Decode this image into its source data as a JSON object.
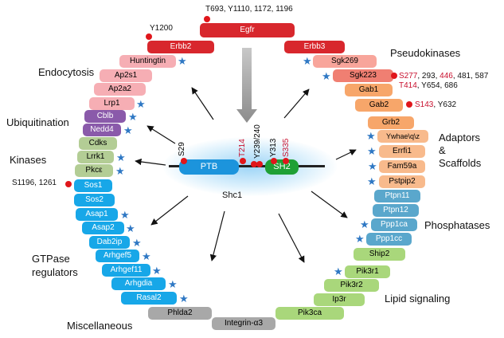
{
  "colors": {
    "egfr": "#d8272d",
    "pseudokinase_light": "#f8a59b",
    "pseudokinase_mid": "#f07f72",
    "adaptor_orange": "#f7a66a",
    "scaffold_orange": "#f8ba8c",
    "phosphatase_blue": "#5aa7cc",
    "lipid_green": "#a9d77b",
    "misc_gray": "#a8a8a8",
    "endocytosis_pink": "#f6aeb4",
    "ubiquitination_purple": "#8a5aaa",
    "kinase_green": "#b3cd95",
    "gtpase_blue": "#17a7e8",
    "star": "#2f78c4",
    "site_red": "#c8102e"
  },
  "center": {
    "protein": "Shc1",
    "domains": {
      "ptb": "PTB",
      "sh2": "SH2"
    },
    "sites": [
      "S29",
      "T214",
      "Y239/240",
      "Y313",
      "S335"
    ]
  },
  "categories": {
    "endocytosis": "Endocytosis",
    "ubiquitination": "Ubiquitination",
    "kinases": "Kinases",
    "gtpase_regulators": "GTPase\nregulators",
    "miscellaneous": "Miscellaneous",
    "pseudokinases": "Pseudokinases",
    "adaptors_scaffolds": "Adaptors\n&\nScaffolds",
    "phosphatases": "Phosphatases",
    "lipid_signaling": "Lipid signaling"
  },
  "annotations": {
    "egfr_sites": "T693, Y1110, 1172, 1196",
    "erbb2_site": "Y1200",
    "sgk223_a_red": "S277",
    "sgk223_a_rest1": ", 293, ",
    "sgk223_a_red2": "446",
    "sgk223_a_rest2": ", 481, 587",
    "sgk223_b_red": "T414",
    "sgk223_b_rest": ", Y654, 686",
    "gab2_red": "S143",
    "gab2_rest": ", Y632",
    "sos1_sites": "S1196, 1261"
  },
  "proteins": {
    "egfr": "Egfr",
    "erbb2": "Erbb2",
    "erbb3": "Erbb3",
    "huntingtin": "Huntingtin",
    "ap2s1": "Ap2s1",
    "ap2a2": "Ap2a2",
    "lrp1": "Lrp1",
    "cblb": "Cblb",
    "nedd4": "Nedd4",
    "cdks": "Cdks",
    "lrrk1": "Lrrk1",
    "pkce": "Pkcε",
    "sos1": "Sos1",
    "sos2": "Sos2",
    "asap1": "Asap1",
    "asap2": "Asap2",
    "dab2ip": "Dab2ip",
    "arhgef5": "Arhgef5",
    "arhgef11": "Arhgef11",
    "arhgdia": "Arhgdia",
    "rasal2": "Rasal2",
    "phlda2": "Phlda2",
    "integrin": "Integrin-α3",
    "sgk269": "Sgk269",
    "sgk223": "Sgk223",
    "gab1": "Gab1",
    "gab2": "Gab2",
    "grb2": "Grb2",
    "ywhae": "Ywhae\\q\\z",
    "errfi1": "Errfi1",
    "fam59a": "Fam59a",
    "pstpip2": "Pstpip2",
    "ptpn11": "Ptpn11",
    "ptpn12": "Ptpn12",
    "ppp1ca": "Ppp1ca",
    "ppp1cc": "Ppp1cc",
    "ship2": "Ship2",
    "pik3r1": "Pik3r1",
    "pik3r2": "Pik3r2",
    "ip3r": "Ip3r",
    "pik3ca": "Pik3ca"
  }
}
